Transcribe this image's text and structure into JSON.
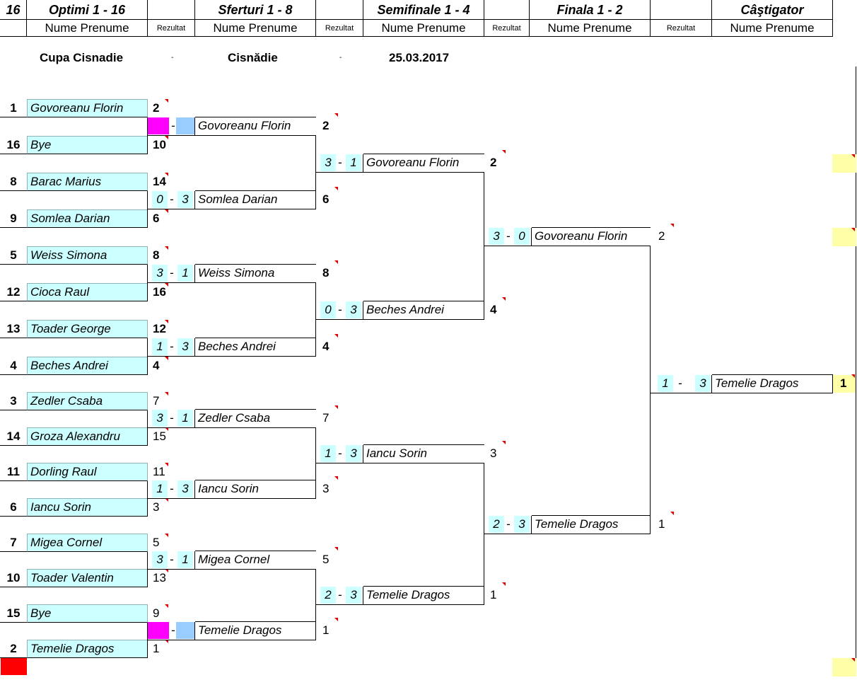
{
  "header": {
    "draw_size": "16",
    "rounds": [
      "Optimi 1 - 16",
      "Sferturi 1 - 8",
      "Semifinale 1 - 4",
      "Finala 1 - 2",
      "Câştigator"
    ],
    "name_label": "Nume Prenume",
    "result_label": "Rezultat"
  },
  "info": {
    "tournament": "Cupa Cisnadie",
    "sep1": "-",
    "city": "Cisnădie",
    "sep2": "-",
    "date": "25.03.2017"
  },
  "round1": [
    {
      "seed": "1",
      "name": "Govoreanu Florin",
      "num": "2"
    },
    {
      "seed": "16",
      "name": "Bye",
      "num": "10"
    },
    {
      "seed": "8",
      "name": "Barac Marius",
      "num": "14"
    },
    {
      "seed": "9",
      "name": "Somlea Darian",
      "num": "6"
    },
    {
      "seed": "5",
      "name": "Weiss Simona",
      "num": "8"
    },
    {
      "seed": "12",
      "name": "Cioca Raul",
      "num": "16"
    },
    {
      "seed": "13",
      "name": "Toader George",
      "num": "12"
    },
    {
      "seed": "4",
      "name": "Beches Andrei",
      "num": "4"
    },
    {
      "seed": "3",
      "name": "Zedler Csaba",
      "num": "7"
    },
    {
      "seed": "14",
      "name": "Groza Alexandru",
      "num": "15"
    },
    {
      "seed": "11",
      "name": "Dorling Raul",
      "num": "11"
    },
    {
      "seed": "6",
      "name": "Iancu Sorin",
      "num": "3"
    },
    {
      "seed": "7",
      "name": "Migea Cornel",
      "num": "5"
    },
    {
      "seed": "10",
      "name": "Toader Valentin",
      "num": "13"
    },
    {
      "seed": "15",
      "name": "Bye",
      "num": "9"
    },
    {
      "seed": "2",
      "name": "Temelie Dragos",
      "num": "1"
    }
  ],
  "round2": [
    {
      "s1": "",
      "s2": "",
      "dash": "-",
      "name": "Govoreanu Florin",
      "num": "2"
    },
    {
      "s1": "0",
      "s2": "3",
      "dash": "-",
      "name": "Somlea Darian",
      "num": "6"
    },
    {
      "s1": "3",
      "s2": "1",
      "dash": "-",
      "name": "Weiss Simona",
      "num": "8"
    },
    {
      "s1": "1",
      "s2": "3",
      "dash": "-",
      "name": "Beches Andrei",
      "num": "4"
    },
    {
      "s1": "3",
      "s2": "1",
      "dash": "-",
      "name": "Zedler Csaba",
      "num": "7"
    },
    {
      "s1": "1",
      "s2": "3",
      "dash": "-",
      "name": "Iancu Sorin",
      "num": "3"
    },
    {
      "s1": "3",
      "s2": "1",
      "dash": "-",
      "name": "Migea Cornel",
      "num": "5"
    },
    {
      "s1": "",
      "s2": "",
      "dash": "-",
      "name": "Temelie Dragos",
      "num": "1"
    }
  ],
  "round3": [
    {
      "s1": "3",
      "s2": "1",
      "dash": "-",
      "name": "Govoreanu Florin",
      "num": "2"
    },
    {
      "s1": "0",
      "s2": "3",
      "dash": "-",
      "name": "Beches Andrei",
      "num": "4"
    },
    {
      "s1": "1",
      "s2": "3",
      "dash": "-",
      "name": "Iancu Sorin",
      "num": "3"
    },
    {
      "s1": "2",
      "s2": "3",
      "dash": "-",
      "name": "Temelie Dragos",
      "num": "1"
    }
  ],
  "round4": [
    {
      "s1": "3",
      "s2": "0",
      "dash": "-",
      "name": "Govoreanu Florin",
      "num": "2"
    },
    {
      "s1": "2",
      "s2": "3",
      "dash": "-",
      "name": "Temelie Dragos",
      "num": "1"
    }
  ],
  "final": {
    "s1": "1",
    "s2": "3",
    "dash": "-",
    "name": "Temelie Dragos",
    "num": "1"
  },
  "colors": {
    "name_fill": "#ccffff",
    "bye_magenta": "#ff00ff",
    "bye_blue": "#99ccff",
    "winner_fill": "#ffffa8",
    "marker_red": "#ff0000"
  }
}
